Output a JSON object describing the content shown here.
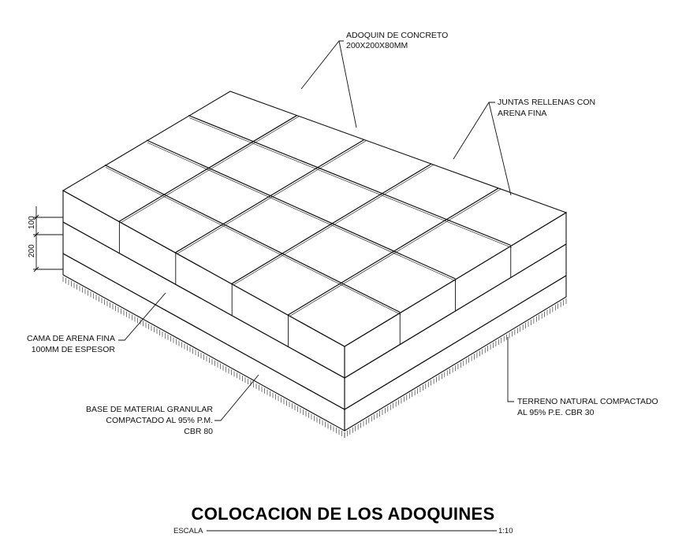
{
  "labels": {
    "adoquin": [
      "ADOQUIN DE CONCRETO",
      "200X200X80MM"
    ],
    "juntas": [
      "JUNTAS RELLENAS CON",
      "ARENA FINA"
    ],
    "cama": [
      "CAMA DE ARENA FINA",
      "100MM DE ESPESOR"
    ],
    "base": [
      "BASE DE MATERIAL GRANULAR",
      "COMPACTADO AL 95% P.M.",
      "CBR 80"
    ],
    "terreno": [
      "TERRENO NATURAL COMPACTADO",
      "AL 95% P.E.  CBR 30"
    ]
  },
  "dimensions": {
    "upper": "100",
    "lower": "200"
  },
  "title": "COLOCACION DE LOS ADOQUINES",
  "scale": {
    "label": "ESCALA",
    "value": "1:10"
  },
  "grid": {
    "rows": 5,
    "cols": 4
  },
  "colors": {
    "ink": "#111111",
    "paper": "#ffffff"
  }
}
